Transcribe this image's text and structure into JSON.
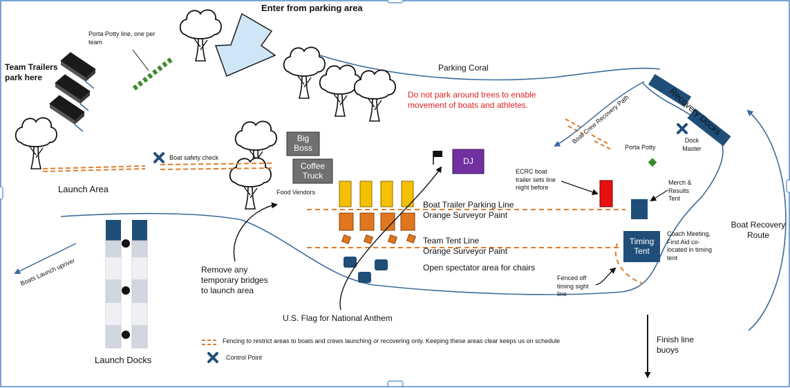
{
  "labels": {
    "entry": "Enter from parking area",
    "porta_potty_line": "Porta Potty line, one per team",
    "team_trailers": "Team Trailers park here",
    "parking_coral": "Parking Coral",
    "no_park_trees": "Do not park around trees to enable movement of boats and athletes.",
    "recovery_docks": "Recovery Docks",
    "recovery_path": "Boat Crew Recovery Path",
    "dock_master": "Dock Master",
    "porta_potty": "Porta Potty",
    "boat_safety_check": "Boat safety check",
    "launch_area": "Launch Area",
    "food_vendors": "Food Vendors",
    "ecrc_trailer": "ECRC boat trailer sets line night before",
    "merch": "Merch & Results Tent",
    "boat_trailer_line": "Boat Trailer Parking Line",
    "orange_paint_1": "Orange Surveyor Paint",
    "team_tent_line": "Team Tent Line",
    "orange_paint_2": "Orange Surveyor Paint",
    "spectator_area": "Open spectator area for chairs",
    "coach_meeting": "Coach Meeting, First Aid co-located in timing tent",
    "boat_recovery_route": "Boat Recovery Route",
    "boats_launch_upriver": "Boats Launch upriver",
    "remove_bridges": "Remove any temporary bridges to launch area",
    "fenced_timing": "Fenced off timing sight line",
    "us_flag": "U.S. Flag for National Anthem",
    "launch_docks": "Launch Docks",
    "finish_line": "Finish line buoys"
  },
  "boxes": {
    "big_boss": "Big Boss",
    "coffee_truck": "Coffee Truck",
    "dj": "DJ",
    "timing_tent": "Timing Tent"
  },
  "legend": {
    "fencing": "Fencing to restrict areas to boats and crews launching or recovering only. Keeping these areas clear keeps us on schedule",
    "control_point": "Control Point"
  },
  "colors": {
    "water_line": "#3b6a9a",
    "dock_blue": "#1f4e79",
    "fence_orange": "#e07b2a",
    "trailer_yellow": "#f5c000",
    "tent_orange": "#e0761e",
    "dj_purple": "#7030a0",
    "ecrc_red": "#e81010",
    "green": "#3a8a2a",
    "arrow_light_blue": "#cfe6f7",
    "vendor_gray": "#707070",
    "dock_gray": "#d2d6de"
  },
  "icons": [
    "tree-icon",
    "trailer-icon",
    "flag-icon",
    "control-point-icon",
    "arrow-icon"
  ]
}
